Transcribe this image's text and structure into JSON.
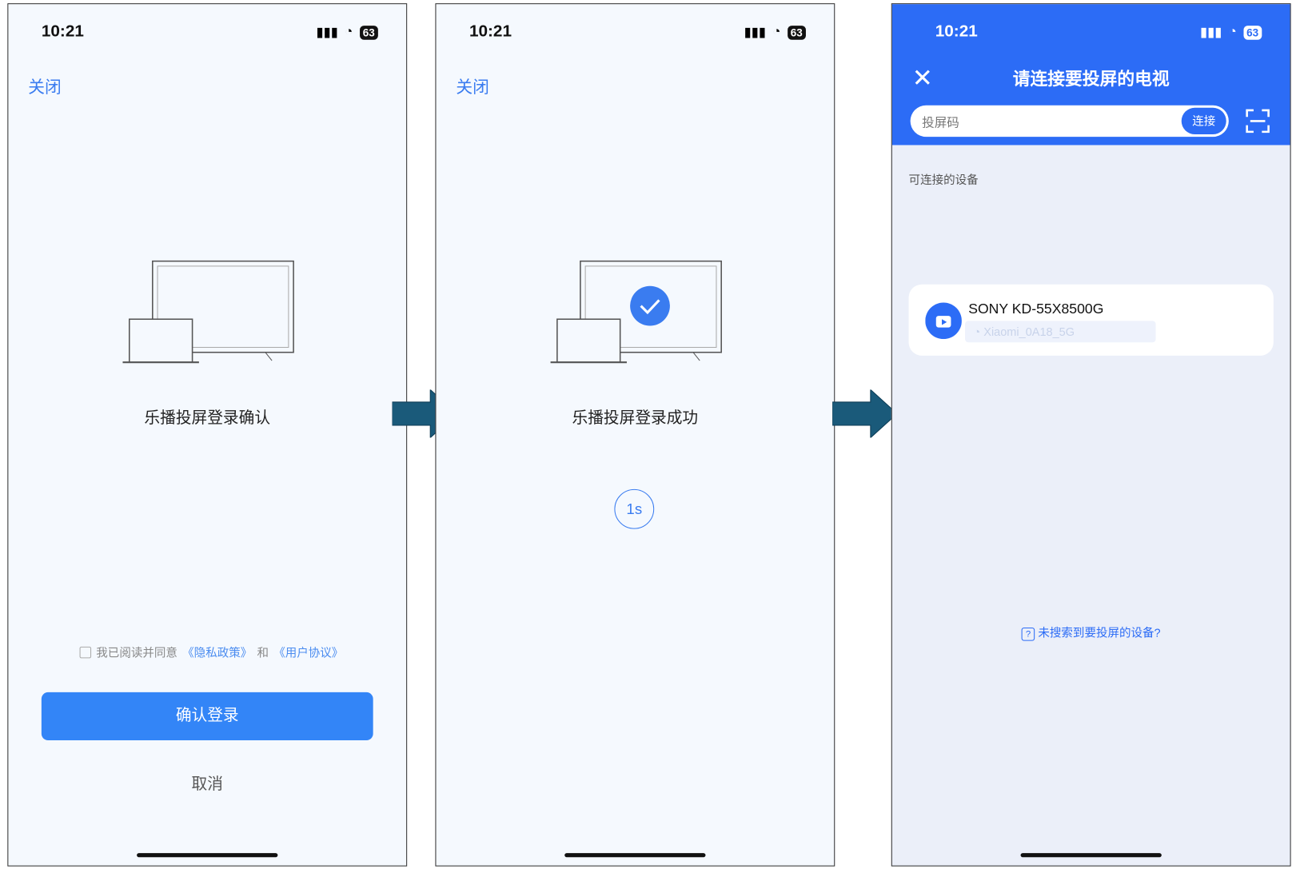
{
  "status": {
    "time": "10:21",
    "battery": "63"
  },
  "screen1": {
    "close": "关闭",
    "caption": "乐播投屏登录确认",
    "agree_prefix": "我已阅读并同意",
    "privacy": "《隐私政策》",
    "and": "和",
    "terms": "《用户协议》",
    "confirm": "确认登录",
    "cancel": "取消"
  },
  "screen2": {
    "close": "关闭",
    "caption": "乐播投屏登录成功",
    "countdown": "1s"
  },
  "screen3": {
    "title": "请连接要投屏的电视",
    "code_placeholder": "投屏码",
    "connect": "连接",
    "section": "可连接的设备",
    "device_name": "SONY KD-55X8500G",
    "device_wifi": "Xiaomi_0A18_5G",
    "help": "未搜索到要投屏的设备?"
  },
  "colors": {
    "accent": "#3385f7",
    "header": "#2c6cf6",
    "arrow": "#1a5a7a"
  }
}
